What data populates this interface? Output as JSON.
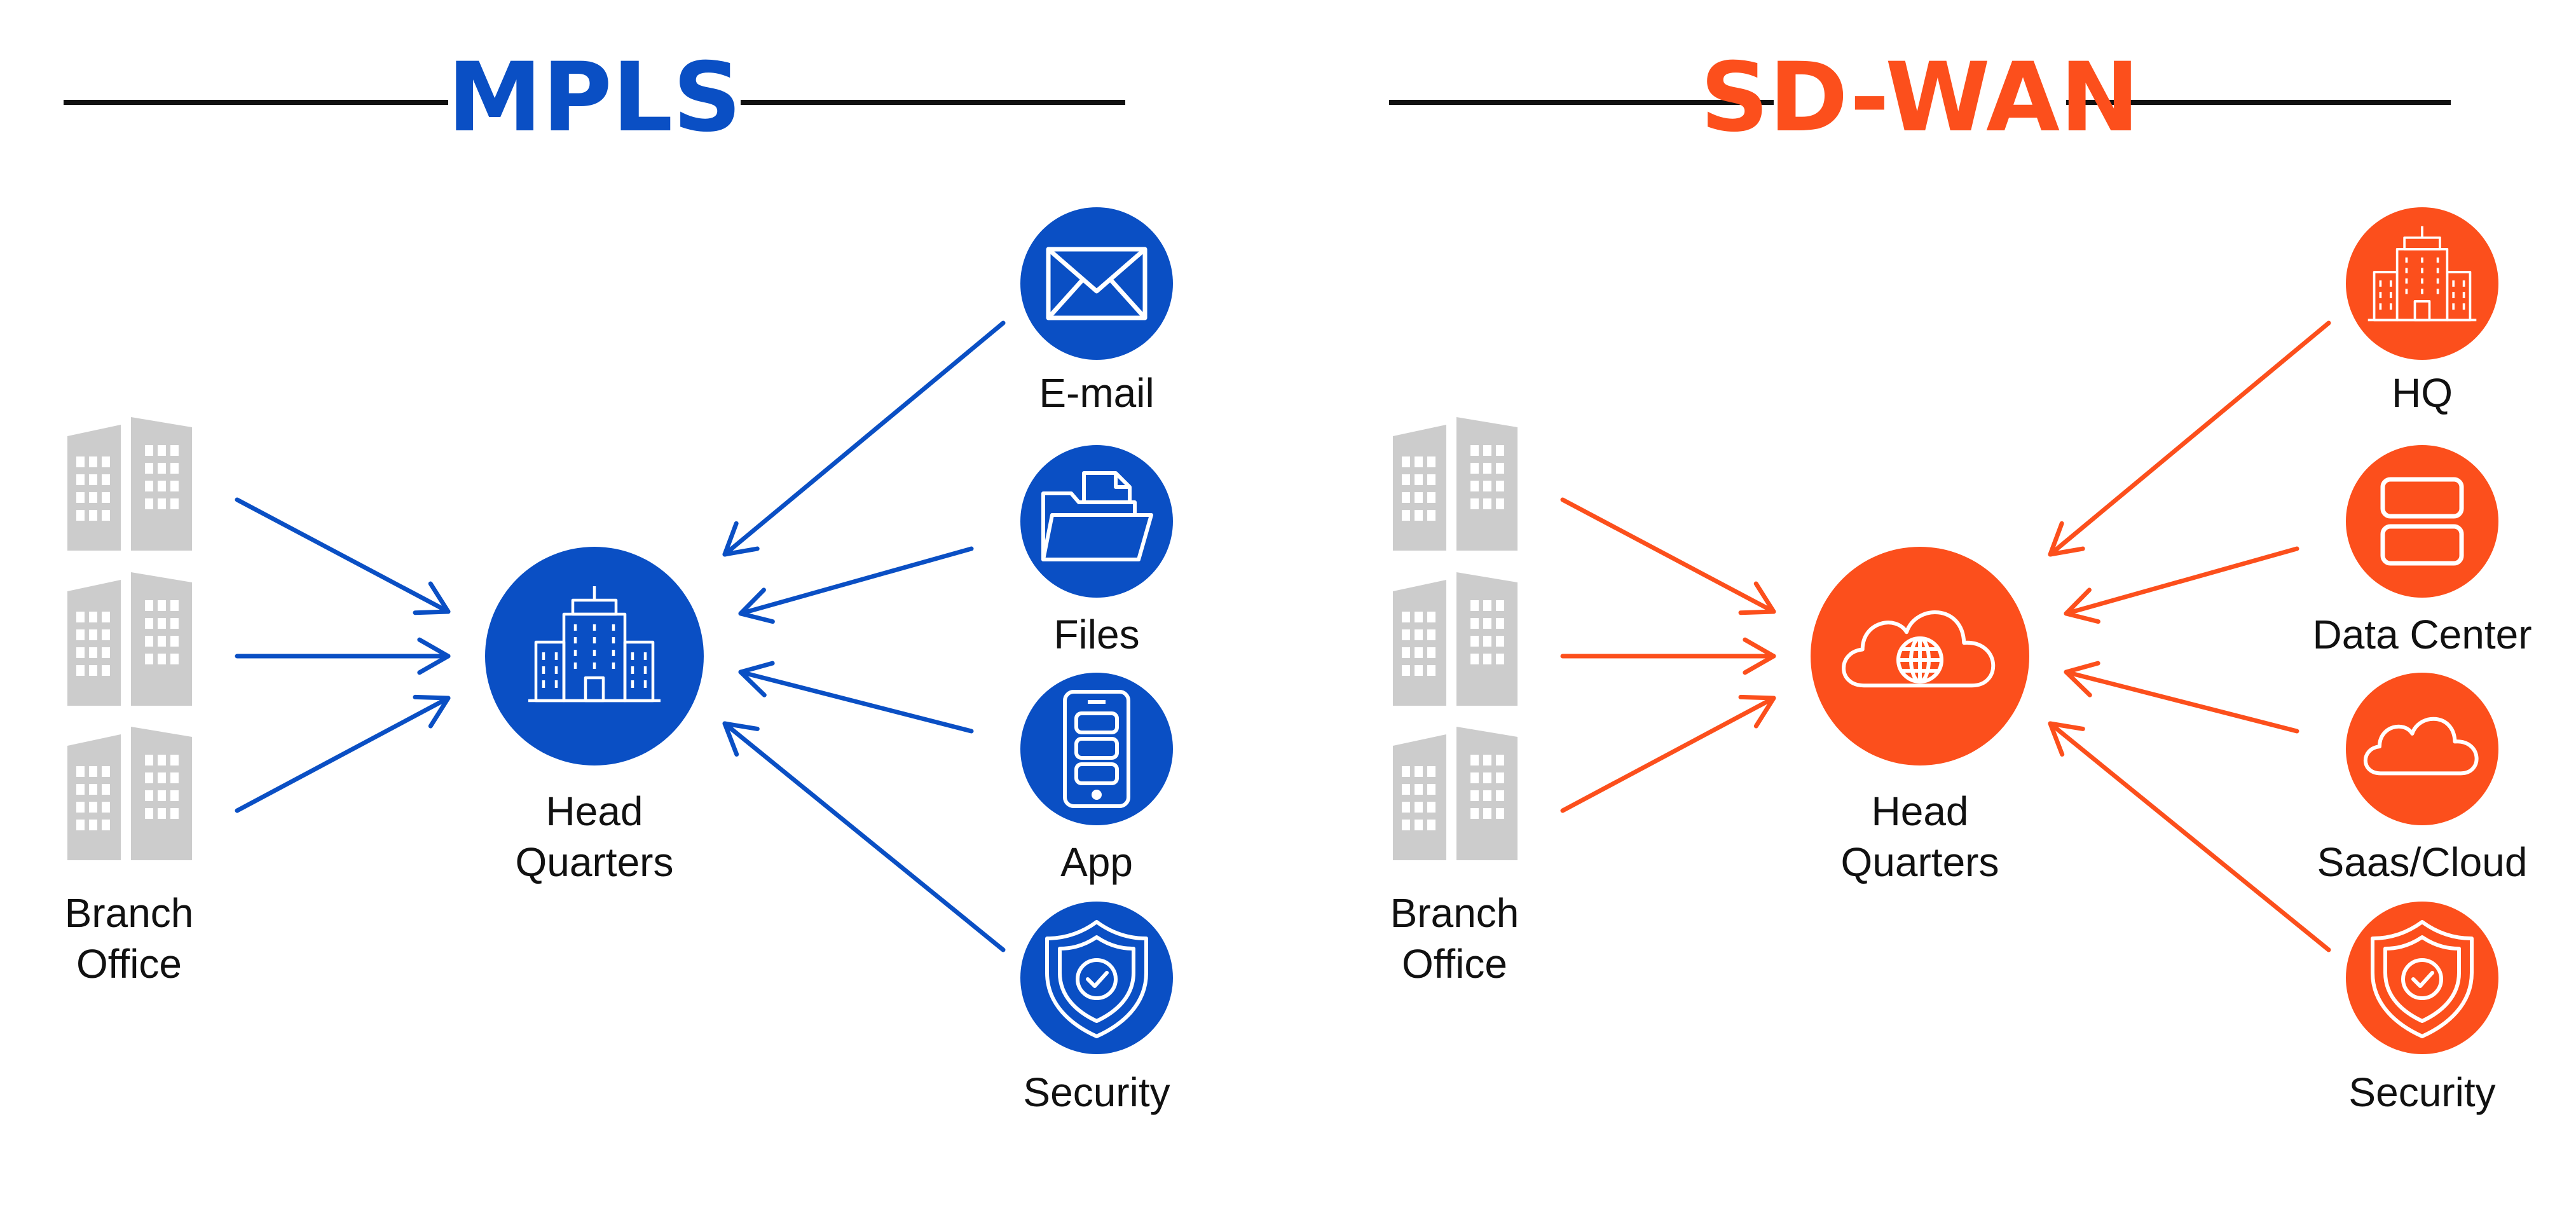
{
  "colors": {
    "mpls": "#0a4fc4",
    "sdwan": "#fc4f1c",
    "branch": "#cccccc",
    "line": "#111111",
    "text": "#111111",
    "white": "#ffffff"
  },
  "mpls": {
    "title": "MPLS",
    "branch_label": [
      "Branch",
      "Office"
    ],
    "hub_label": [
      "Head",
      "Quarters"
    ],
    "hub_icon": "building-icon",
    "services": [
      {
        "label": "E-mail",
        "icon": "envelope-icon"
      },
      {
        "label": "Files",
        "icon": "folder-icon"
      },
      {
        "label": "App",
        "icon": "mobile-app-icon"
      },
      {
        "label": "Security",
        "icon": "shield-check-icon"
      }
    ]
  },
  "sdwan": {
    "title": "SD-WAN",
    "branch_label": [
      "Branch",
      "Office"
    ],
    "hub_label": [
      "Head",
      "Quarters"
    ],
    "hub_icon": "cloud-globe-icon",
    "services": [
      {
        "label": "HQ",
        "icon": "building-icon"
      },
      {
        "label": "Data Center",
        "icon": "server-icon"
      },
      {
        "label": "Saas/Cloud",
        "icon": "cloud-icon"
      },
      {
        "label": "Security",
        "icon": "shield-check-icon"
      }
    ]
  }
}
